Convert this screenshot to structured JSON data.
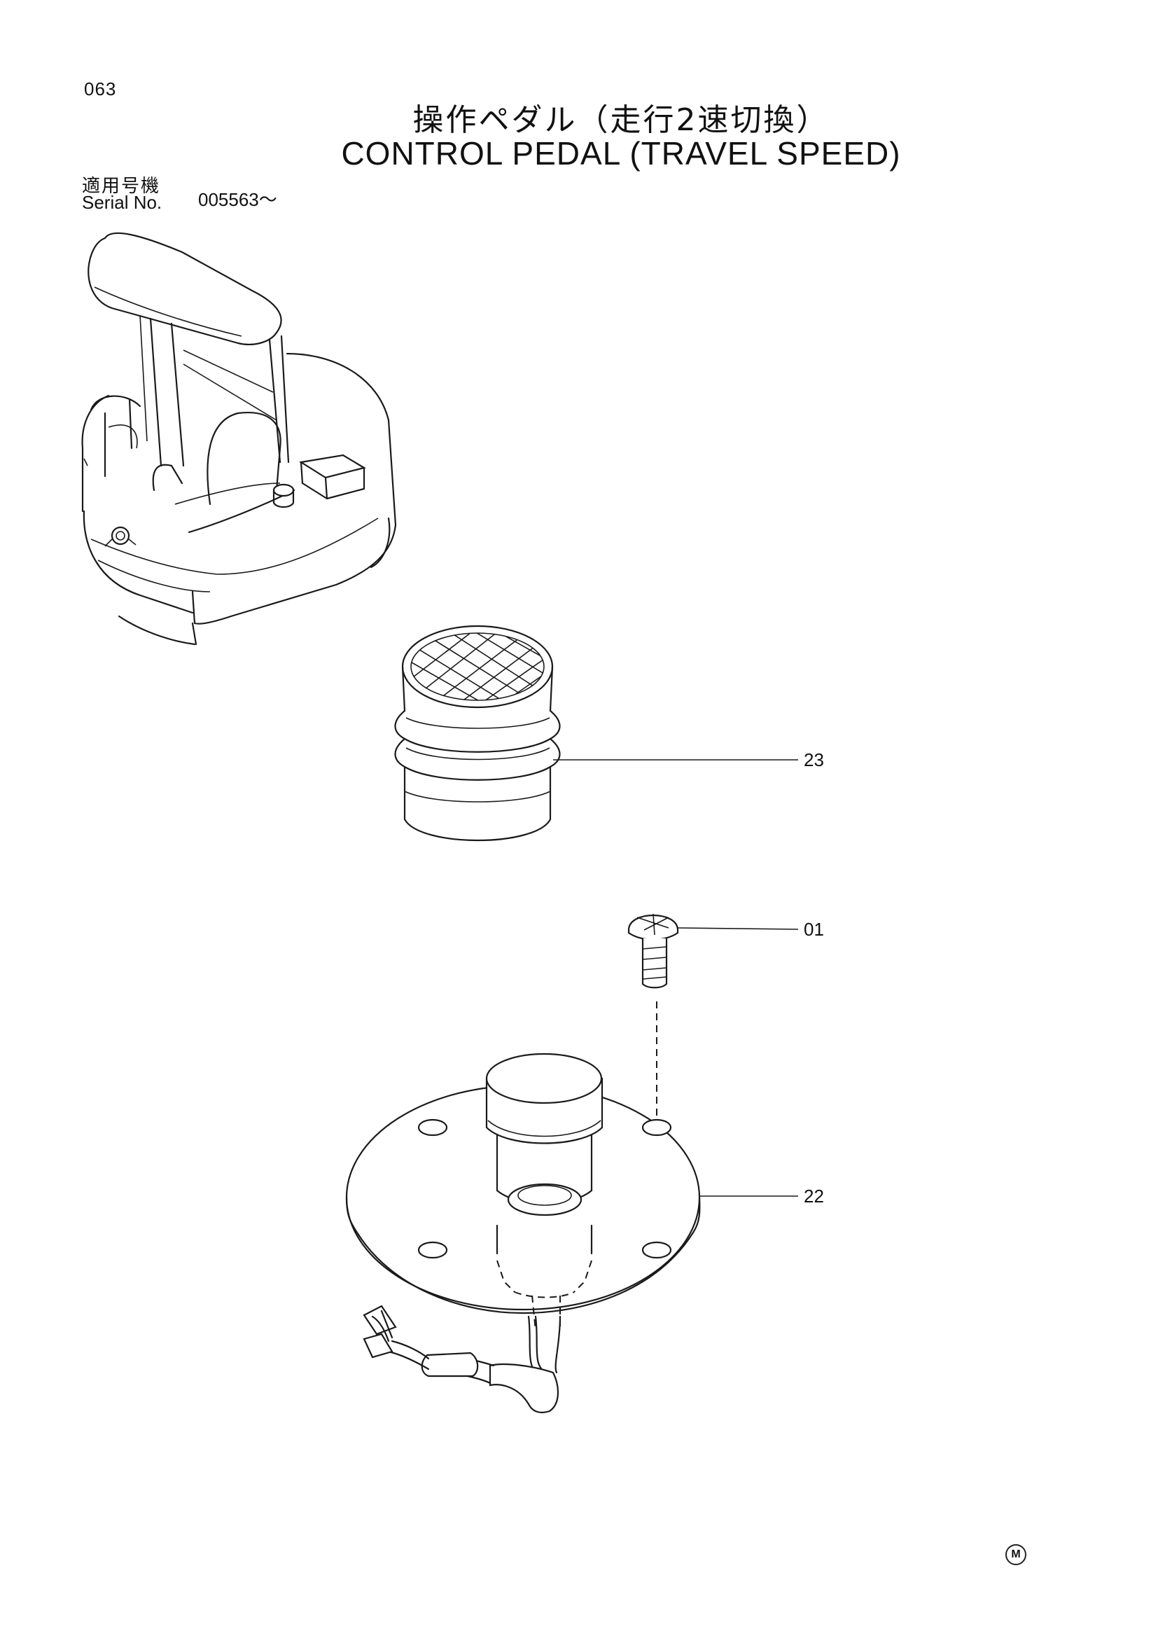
{
  "header": {
    "page_number": "063",
    "title_ja": "操作ペダル（走行2速切換）",
    "title_en": "CONTROL PEDAL (TRAVEL SPEED)",
    "serial_label_ja": "適用号機",
    "serial_label_en": "Serial No.",
    "serial_value": "005563～"
  },
  "callouts": [
    {
      "id": "23",
      "label": "23"
    },
    {
      "id": "22",
      "label": "22"
    },
    {
      "id": "01",
      "label": "01"
    }
  ],
  "footer": {
    "mark": "M"
  }
}
